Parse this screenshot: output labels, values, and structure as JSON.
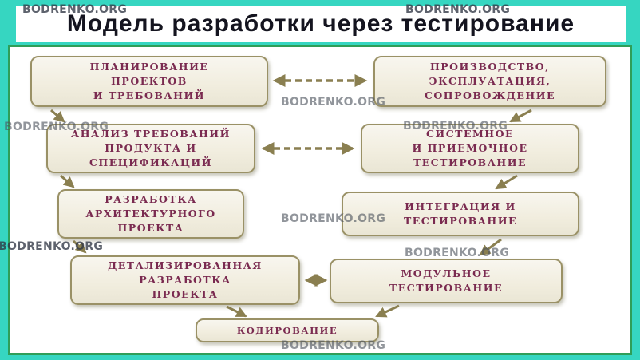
{
  "title": "Модель разработки через тестирование",
  "watermark": {
    "text": "BODRENKO.ORG"
  },
  "diagram": {
    "left_boxes": [
      {
        "id": "planning",
        "label": "ПЛАНИРОВАНИЕ\nПРОЕКТОВ\nИ ТРЕБОВАНИЙ"
      },
      {
        "id": "requirements-analysis",
        "label": "АНАЛИЗ ТРЕБОВАНИЙ\nПРОДУКТА И\nСПЕЦИФИКАЦИЙ"
      },
      {
        "id": "architecture-design",
        "label": "РАЗРАБОТКА\nАРХИТЕКТУРНОГО\nПРОЕКТА"
      },
      {
        "id": "detailed-design",
        "label": "ДЕТАЛИЗИРОВАННАЯ\nРАЗРАБОТКА\nПРОЕКТА"
      }
    ],
    "right_boxes": [
      {
        "id": "production-operation",
        "label": "ПРОИЗВОДСТВО,\nЭКСПЛУАТАЦИЯ,\nСОПРОВОЖДЕНИЕ"
      },
      {
        "id": "system-acceptance-testing",
        "label": "СИСТЕМНОЕ\nИ ПРИЕМОЧНОЕ\nТЕСТИРОВАНИЕ"
      },
      {
        "id": "integration-testing",
        "label": "ИНТЕГРАЦИЯ И\nТЕСТИРОВАНИЕ"
      },
      {
        "id": "module-testing",
        "label": "МОДУЛЬНОЕ\nТЕСТИРОВАНИЕ"
      }
    ],
    "bottom_box": {
      "id": "coding",
      "label": "КОДИРОВАНИЕ"
    }
  },
  "colors": {
    "background_teal": "#36d6c1",
    "panel_border_green": "#2f9e58",
    "box_fill_cream": "#f3f0e3",
    "box_border_olive": "#9a9166",
    "box_text_maroon": "#7a2a50",
    "arrow_olive": "#8a7f50",
    "title_text": "#14141f"
  }
}
